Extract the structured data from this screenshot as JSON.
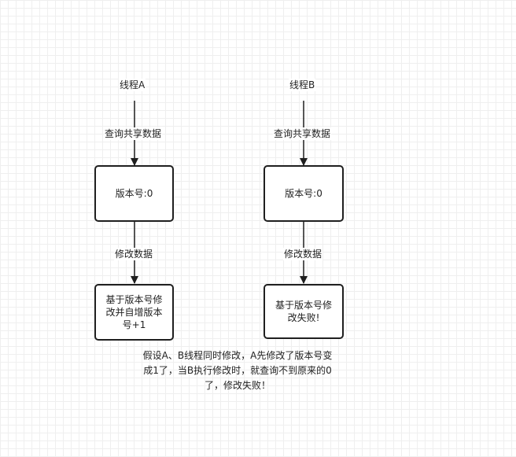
{
  "threads": [
    {
      "title": "线程A",
      "query_label": "查询共享数据",
      "version_box": "版本号:0",
      "modify_label": "修改数据",
      "result_box": "基于版本号修改并自增版本号+1"
    },
    {
      "title": "线程B",
      "query_label": "查询共享数据",
      "version_box": "版本号:0",
      "modify_label": "修改数据",
      "result_box": "基于版本号修改失败!"
    }
  ],
  "note": "假设A、B线程同时修改，A先修改了版本号变成1了，当B执行修改时，就查询不到原来的0了，修改失败！"
}
